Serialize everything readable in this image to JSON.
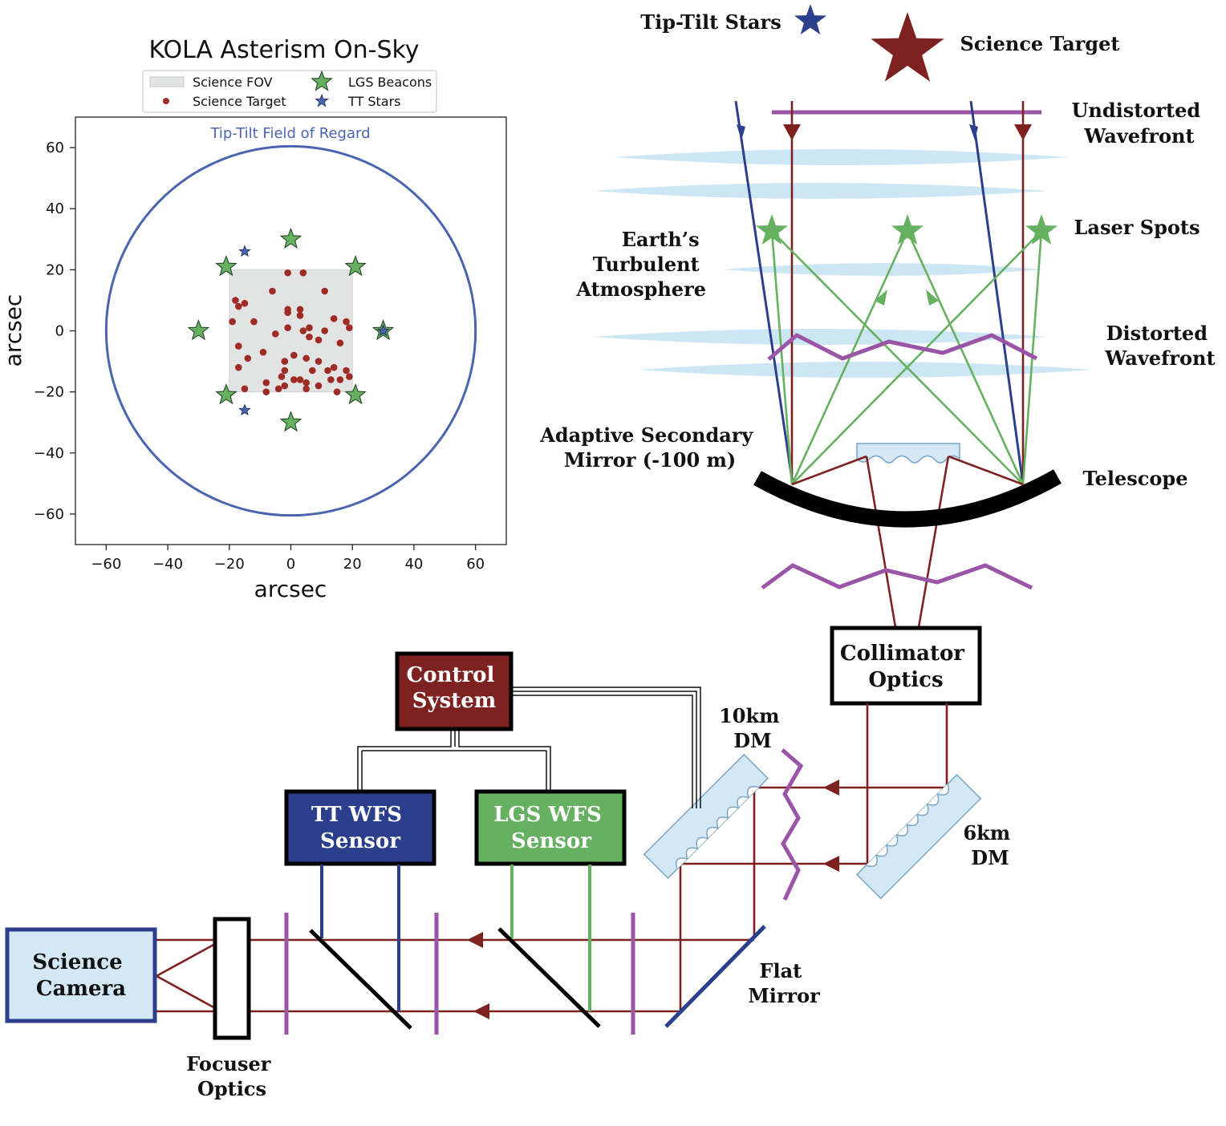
{
  "colors": {
    "tt_blue": "#2b3f8c",
    "science_red": "#7d2121",
    "lgs_green": "#66b061",
    "wavefront_purple": "#9b55a6",
    "atmosphere_blue": "#cde6f4",
    "fov_gray": "#e2e4e4",
    "circle_blue": "#4a64b0"
  },
  "chart": {
    "title": "KOLA Asterism On-Sky",
    "xlabel": "arcsec",
    "ylabel": "arcsec",
    "circle_label": "Tip-Tilt Field of Regard",
    "legend": {
      "fov": "Science FOV",
      "target": "Science Target",
      "lgs": "LGS Beacons",
      "tt": "TT Stars"
    }
  },
  "chart_data": {
    "type": "scatter",
    "title": "KOLA Asterism On-Sky",
    "xlabel": "arcsec",
    "ylabel": "arcsec",
    "xlim": [
      -70,
      70
    ],
    "ylim": [
      -70,
      70
    ],
    "xticks": [
      -60,
      -40,
      -20,
      0,
      20,
      40,
      60
    ],
    "yticks": [
      60,
      40,
      20,
      0,
      -20,
      -40,
      -60
    ],
    "grid": false,
    "legend_position": "top",
    "field_of_regard_radius": 60,
    "science_fov": [
      -20,
      20
    ],
    "series": [
      {
        "name": "Science Target",
        "marker": "dot",
        "points": [
          [
            -6,
            13
          ],
          [
            -1,
            19
          ],
          [
            4,
            19
          ],
          [
            11,
            13
          ],
          [
            -18,
            10
          ],
          [
            -15,
            9
          ],
          [
            -17,
            8
          ],
          [
            -1,
            7
          ],
          [
            3,
            7
          ],
          [
            -1,
            6
          ],
          [
            3,
            5
          ],
          [
            -19,
            3
          ],
          [
            -12,
            3
          ],
          [
            -1,
            1
          ],
          [
            6,
            1
          ],
          [
            14,
            4
          ],
          [
            18,
            3
          ],
          [
            4,
            0
          ],
          [
            11,
            0
          ],
          [
            19,
            1
          ],
          [
            6,
            -2
          ],
          [
            -5,
            -1
          ],
          [
            9,
            -3
          ],
          [
            16,
            -4
          ],
          [
            -17,
            -5
          ],
          [
            -9,
            -7
          ],
          [
            -14,
            -9
          ],
          [
            1,
            -8
          ],
          [
            5,
            -9
          ],
          [
            -17,
            -12
          ],
          [
            -2,
            -10
          ],
          [
            9,
            -10
          ],
          [
            -2,
            -13
          ],
          [
            14,
            -12
          ],
          [
            7,
            -13
          ],
          [
            12,
            -13
          ],
          [
            18,
            -13
          ],
          [
            -3,
            -15
          ],
          [
            1,
            -16
          ],
          [
            3,
            -16
          ],
          [
            -8,
            -17
          ],
          [
            5,
            -17
          ],
          [
            -2,
            -18
          ],
          [
            13,
            -16
          ],
          [
            16,
            -16
          ],
          [
            19,
            -15
          ],
          [
            -15,
            -19
          ],
          [
            5,
            -19
          ],
          [
            -8,
            -20
          ],
          [
            15,
            -20
          ],
          [
            -4,
            -19
          ],
          [
            9,
            -18
          ]
        ]
      },
      {
        "name": "LGS Beacons",
        "marker": "star",
        "points": [
          [
            0,
            30
          ],
          [
            -21,
            21
          ],
          [
            21,
            21
          ],
          [
            -30,
            0
          ],
          [
            30,
            0
          ],
          [
            -21,
            -21
          ],
          [
            21,
            -21
          ],
          [
            0,
            -30
          ]
        ]
      },
      {
        "name": "TT Stars",
        "marker": "star",
        "points": [
          [
            -15,
            26
          ],
          [
            30,
            0
          ],
          [
            -15,
            -26
          ]
        ]
      }
    ]
  },
  "diagram": {
    "tip_tilt_stars": "Tip-Tilt Stars",
    "science_target": "Science Target",
    "undistorted": [
      "Undistorted",
      "Wavefront"
    ],
    "laser_spots": "Laser Spots",
    "atmosphere": [
      "Earth’s",
      "Turbulent",
      "Atmosphere"
    ],
    "distorted": [
      "Distorted",
      "Wavefront"
    ],
    "asm": [
      "Adaptive Secondary",
      "Mirror (-100 m)"
    ],
    "telescope": "Telescope",
    "collimator": [
      "Collimator",
      "Optics"
    ],
    "control": [
      "Control",
      "System"
    ],
    "dm10": [
      "10km",
      "DM"
    ],
    "dm6": [
      "6km",
      "DM"
    ],
    "tt_wfs": [
      "TT WFS",
      "Sensor"
    ],
    "lgs_wfs": [
      "LGS WFS",
      "Sensor"
    ],
    "flat_mirror": [
      "Flat",
      "Mirror"
    ],
    "camera": [
      "Science",
      "Camera"
    ],
    "focuser": [
      "Focuser",
      "Optics"
    ]
  }
}
